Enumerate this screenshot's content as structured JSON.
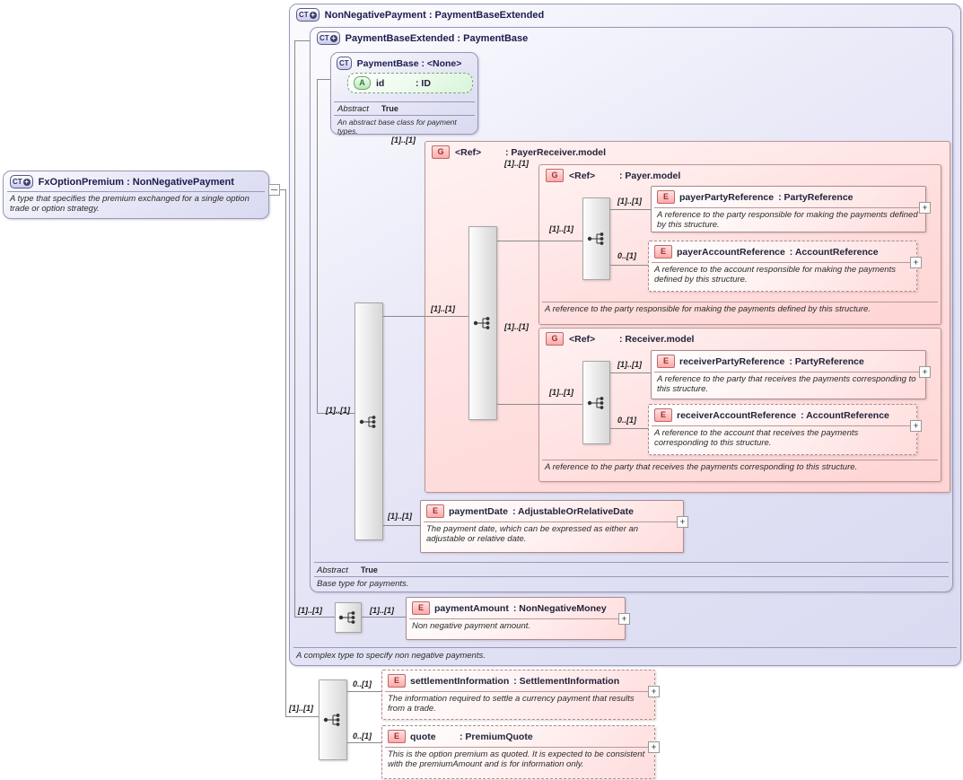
{
  "icons": {
    "ct": "CT",
    "plus_badge": "+",
    "element": "E",
    "group": "G",
    "attribute": "A",
    "expand": "+"
  },
  "labels": {
    "card_one": "[1]..[1]",
    "card_opt": "0..[1]"
  },
  "fxop": {
    "title": "FxOptionPremium : NonNegativePayment",
    "desc": "A type that specifies the premium exchanged for a single option trade or option strategy."
  },
  "nnp": {
    "title": "NonNegativePayment : PaymentBaseExtended",
    "footer": "A complex type to specify non negative payments."
  },
  "pbe": {
    "title": "PaymentBaseExtended : PaymentBase",
    "abstract_label": "Abstract",
    "abstract_value": "True",
    "footer": "Base type for payments."
  },
  "pb": {
    "title": "PaymentBase : <None>",
    "attr_name": "id",
    "attr_type": ": ID",
    "abstract_label": "Abstract",
    "abstract_value": "True",
    "footer": "An abstract base class for payment types."
  },
  "payer_receiver": {
    "name": "<Ref>",
    "type": ": PayerReceiver.model"
  },
  "payer": {
    "name": "<Ref>",
    "type": ": Payer.model",
    "footer": "A reference to the party responsible for making the payments defined by this structure."
  },
  "receiver": {
    "name": "<Ref>",
    "type": ": Receiver.model",
    "footer": "A reference to the party that receives the payments corresponding to this structure."
  },
  "payer_party": {
    "name": "payerPartyReference",
    "type": ": PartyReference",
    "desc": "A reference to the party responsible for making the payments defined by this structure."
  },
  "payer_account": {
    "name": "payerAccountReference",
    "type": ": AccountReference",
    "desc": "A reference to the account responsible for making the payments defined by this structure."
  },
  "receiver_party": {
    "name": "receiverPartyReference",
    "type": ": PartyReference",
    "desc": "A reference to the party that receives the payments corresponding to this structure."
  },
  "receiver_account": {
    "name": "receiverAccountReference",
    "type": ": AccountReference",
    "desc": "A reference to the account that receives the payments corresponding to this structure."
  },
  "payment_date": {
    "name": "paymentDate",
    "type": ": AdjustableOrRelativeDate",
    "desc": "The payment date, which can be expressed as either an adjustable or relative date."
  },
  "payment_amount": {
    "name": "paymentAmount",
    "type": ": NonNegativeMoney",
    "desc": "Non negative payment amount."
  },
  "settlement_information": {
    "name": "settlementInformation",
    "type": ": SettlementInformation",
    "desc": "The information required to settle a currency payment that results from a trade."
  },
  "quote": {
    "name": "quote",
    "type": ": PremiumQuote",
    "desc": "This is the option premium as quoted. It is expected to be consistent with the premiumAmount and is for information only."
  }
}
